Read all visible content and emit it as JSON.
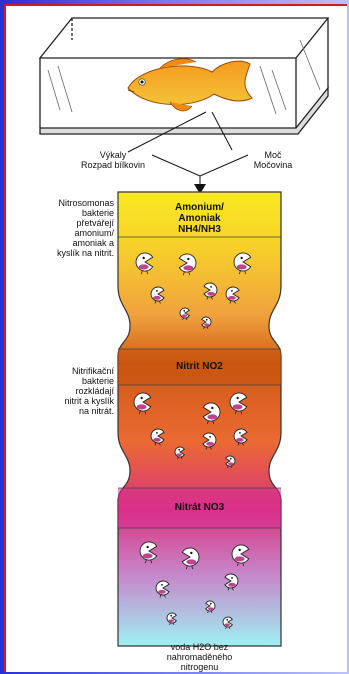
{
  "tank_labels": {
    "waste": [
      "Výkaly",
      "Rozpad bílkovin"
    ],
    "urine": [
      "Moč",
      "Močovina"
    ]
  },
  "stages": {
    "ammonium": {
      "box": [
        "Amonium/",
        "Amoniak",
        "NH4/NH3"
      ],
      "side": [
        "Nitrosomonas",
        "bakterie",
        "přetvářejí",
        "amonium/",
        "amoniak a",
        "kyslík na nitrit."
      ]
    },
    "nitrite": {
      "box": "Nitrit NO2",
      "side": [
        "Nitrifikační",
        "bakterie",
        "rozkládají",
        "nitrit a kyslík",
        "na nitrát."
      ]
    },
    "nitrate": {
      "box": "Nitrát NO3"
    },
    "result": [
      "voda H2O bez",
      "nahromaděného",
      "nitrogenu"
    ]
  },
  "colors": {
    "border": "#d21c1c",
    "ammonium": "#f6e21a",
    "nitrite": "#c4520e",
    "nitrate": "#d82e96",
    "water": "#a8eef0"
  }
}
